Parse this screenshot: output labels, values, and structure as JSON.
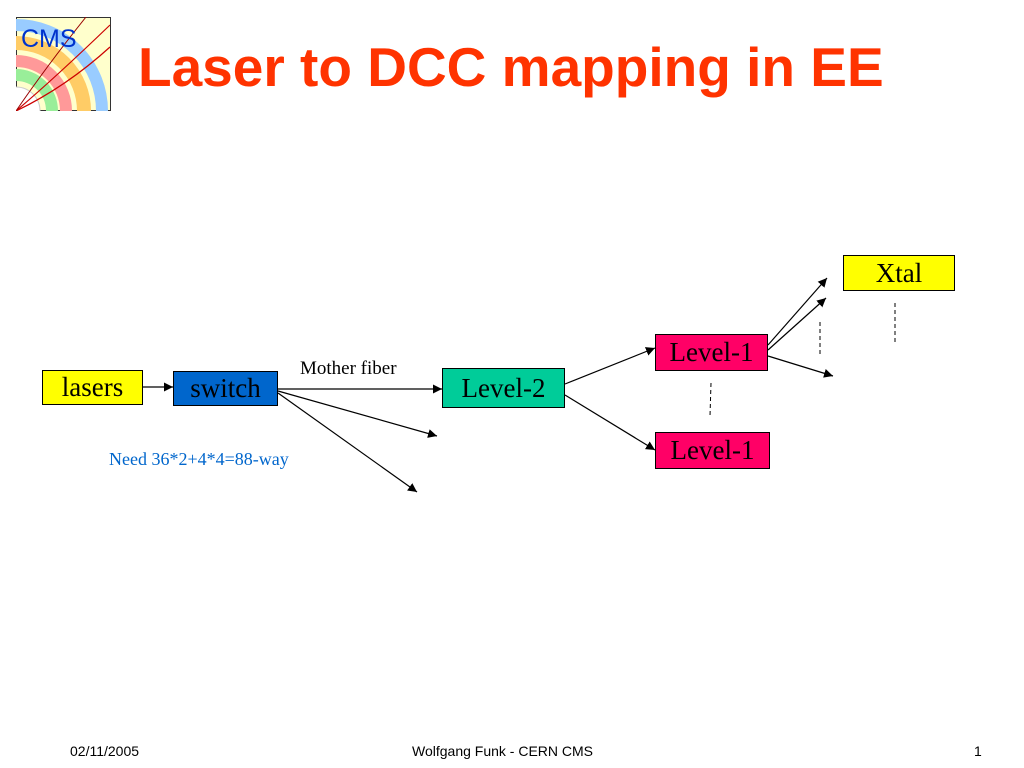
{
  "slide": {
    "title": "Laser to DCC mapping in EE",
    "logo_text": "CMS"
  },
  "colors": {
    "title": "#ff3300",
    "lasers_box": "#ffff00",
    "switch_box": "#0066cc",
    "level2_box": "#00cc99",
    "level1_box": "#ff0066",
    "xtal_box": "#ffff00",
    "note": "#0066cc"
  },
  "diagram": {
    "nodes": {
      "lasers": "lasers",
      "switch": "switch",
      "level2": "Level-2",
      "level1_top": "Level-1",
      "level1_bottom": "Level-1",
      "xtal": "Xtal"
    },
    "edge_label_mother_fiber": "Mother fiber",
    "note_need": "Need 36*2+4*4=88-way"
  },
  "footer": {
    "date": "02/11/2005",
    "author": "Wolfgang Funk - CERN  CMS",
    "page": "1"
  }
}
